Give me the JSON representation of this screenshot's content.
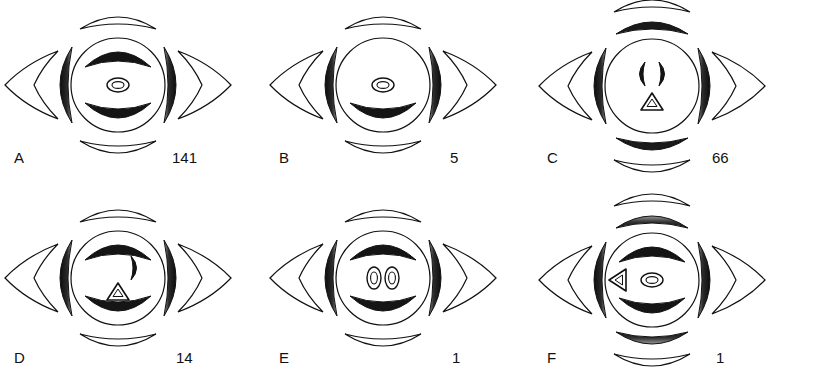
{
  "diagram": {
    "labels": [
      "A",
      "141",
      "B",
      "5",
      "C",
      "66",
      "D",
      "14",
      "E",
      "1",
      "F",
      "1"
    ]
  }
}
